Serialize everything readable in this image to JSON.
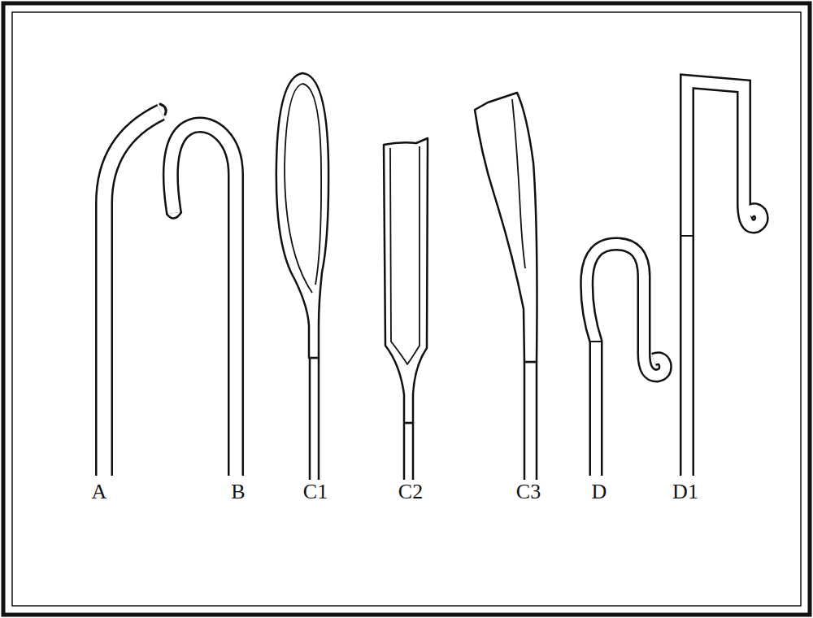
{
  "diagram": {
    "labels": [
      "A",
      "B",
      "C1",
      "C2",
      "C3",
      "D",
      "D1"
    ]
  }
}
